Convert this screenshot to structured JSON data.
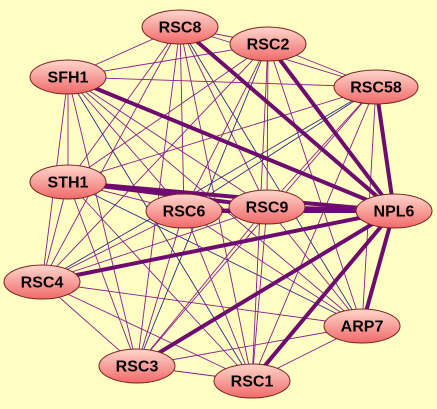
{
  "colors": {
    "background": "#ffffc4",
    "node_fill_light": "#ffd6cc",
    "node_fill_dark": "#f06a6a",
    "node_stroke": "#7a2020",
    "edge_thin_purple": "#8c1a8c",
    "edge_thin_blue": "#2a2a8c",
    "edge_thick": "#6e0b70"
  },
  "nodes": [
    {
      "id": "RSC8",
      "label": "RSC8"
    },
    {
      "id": "RSC2",
      "label": "RSC2"
    },
    {
      "id": "SFH1",
      "label": "SFH1"
    },
    {
      "id": "RSC58",
      "label": "RSC58"
    },
    {
      "id": "STH1",
      "label": "STH1"
    },
    {
      "id": "RSC9",
      "label": "RSC9"
    },
    {
      "id": "RSC6",
      "label": "RSC6"
    },
    {
      "id": "NPL6",
      "label": "NPL6"
    },
    {
      "id": "RSC4",
      "label": "RSC4"
    },
    {
      "id": "ARP7",
      "label": "ARP7"
    },
    {
      "id": "RSC3",
      "label": "RSC3"
    },
    {
      "id": "RSC1",
      "label": "RSC1"
    }
  ],
  "edges_thick": [
    [
      "NPL6",
      "RSC8"
    ],
    [
      "NPL6",
      "RSC2"
    ],
    [
      "NPL6",
      "RSC58"
    ],
    [
      "NPL6",
      "SFH1"
    ],
    [
      "NPL6",
      "STH1"
    ],
    [
      "NPL6",
      "RSC9"
    ],
    [
      "NPL6",
      "RSC6"
    ],
    [
      "NPL6",
      "RSC4"
    ],
    [
      "NPL6",
      "RSC3"
    ],
    [
      "NPL6",
      "RSC1"
    ],
    [
      "NPL6",
      "ARP7"
    ],
    [
      "STH1",
      "RSC9"
    ]
  ],
  "edges_thin": [
    [
      "RSC8",
      "RSC2"
    ],
    [
      "RSC8",
      "SFH1"
    ],
    [
      "RSC8",
      "RSC58"
    ],
    [
      "RSC8",
      "STH1"
    ],
    [
      "RSC8",
      "RSC6"
    ],
    [
      "RSC8",
      "RSC9"
    ],
    [
      "RSC8",
      "RSC4"
    ],
    [
      "RSC8",
      "RSC3"
    ],
    [
      "RSC8",
      "RSC1"
    ],
    [
      "RSC8",
      "ARP7"
    ],
    [
      "RSC2",
      "SFH1"
    ],
    [
      "RSC2",
      "RSC58"
    ],
    [
      "RSC2",
      "STH1"
    ],
    [
      "RSC2",
      "RSC6"
    ],
    [
      "RSC2",
      "RSC9"
    ],
    [
      "RSC2",
      "RSC4"
    ],
    [
      "RSC2",
      "RSC3"
    ],
    [
      "RSC2",
      "RSC1"
    ],
    [
      "RSC2",
      "ARP7"
    ],
    [
      "SFH1",
      "RSC58"
    ],
    [
      "SFH1",
      "STH1"
    ],
    [
      "SFH1",
      "RSC6"
    ],
    [
      "SFH1",
      "RSC9"
    ],
    [
      "SFH1",
      "RSC4"
    ],
    [
      "SFH1",
      "RSC3"
    ],
    [
      "SFH1",
      "RSC1"
    ],
    [
      "SFH1",
      "ARP7"
    ],
    [
      "RSC58",
      "STH1"
    ],
    [
      "RSC58",
      "RSC6"
    ],
    [
      "RSC58",
      "RSC9"
    ],
    [
      "RSC58",
      "RSC4"
    ],
    [
      "RSC58",
      "RSC3"
    ],
    [
      "RSC58",
      "RSC1"
    ],
    [
      "RSC58",
      "ARP7"
    ],
    [
      "STH1",
      "RSC6"
    ],
    [
      "STH1",
      "RSC4"
    ],
    [
      "STH1",
      "RSC3"
    ],
    [
      "STH1",
      "RSC1"
    ],
    [
      "STH1",
      "ARP7"
    ],
    [
      "RSC6",
      "RSC9"
    ],
    [
      "RSC6",
      "RSC4"
    ],
    [
      "RSC6",
      "RSC3"
    ],
    [
      "RSC6",
      "RSC1"
    ],
    [
      "RSC6",
      "ARP7"
    ],
    [
      "RSC9",
      "RSC4"
    ],
    [
      "RSC9",
      "RSC3"
    ],
    [
      "RSC9",
      "RSC1"
    ],
    [
      "RSC9",
      "ARP7"
    ],
    [
      "RSC4",
      "RSC3"
    ],
    [
      "RSC4",
      "RSC1"
    ],
    [
      "RSC4",
      "ARP7"
    ],
    [
      "RSC3",
      "RSC1"
    ],
    [
      "RSC3",
      "ARP7"
    ],
    [
      "RSC1",
      "ARP7"
    ]
  ],
  "edges_thin_blue": [
    [
      "RSC58",
      "RSC4"
    ],
    [
      "RSC2",
      "RSC3"
    ],
    [
      "SFH1",
      "RSC1"
    ],
    [
      "RSC8",
      "ARP7"
    ],
    [
      "RSC58",
      "RSC6"
    ],
    [
      "STH1",
      "ARP7"
    ]
  ]
}
